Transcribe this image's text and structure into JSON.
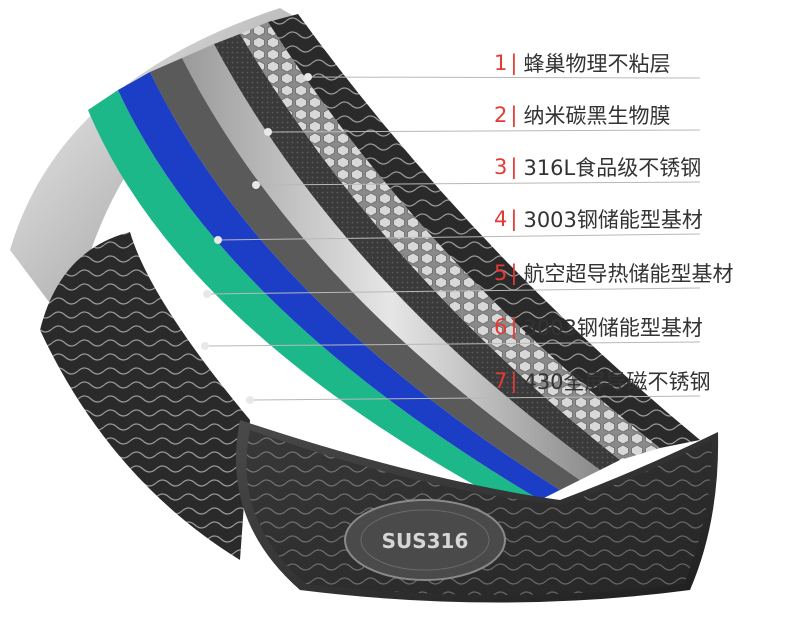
{
  "colors": {
    "green": "#1db88a",
    "blue": "#1c3ec7",
    "steel_light": "#d6d6d6",
    "steel_dark": "#2e2e2e",
    "label_number": "#e53935",
    "label_text": "#333333",
    "leader_line": "#b8b8b8"
  },
  "pan": {
    "stamp_text": "SUS316"
  },
  "layers": [
    {
      "number": "1",
      "label": "蜂巢物理不粘层"
    },
    {
      "number": "2",
      "label": "纳米碳黑生物膜"
    },
    {
      "number": "3",
      "label": "316L食品级不锈钢"
    },
    {
      "number": "4",
      "label": "3003钢储能型基材"
    },
    {
      "number": "5",
      "label": "航空超导热储能型基材"
    },
    {
      "number": "6",
      "label": "3003钢储能型基材"
    },
    {
      "number": "7",
      "label": "430全屏导磁不锈钢"
    }
  ]
}
